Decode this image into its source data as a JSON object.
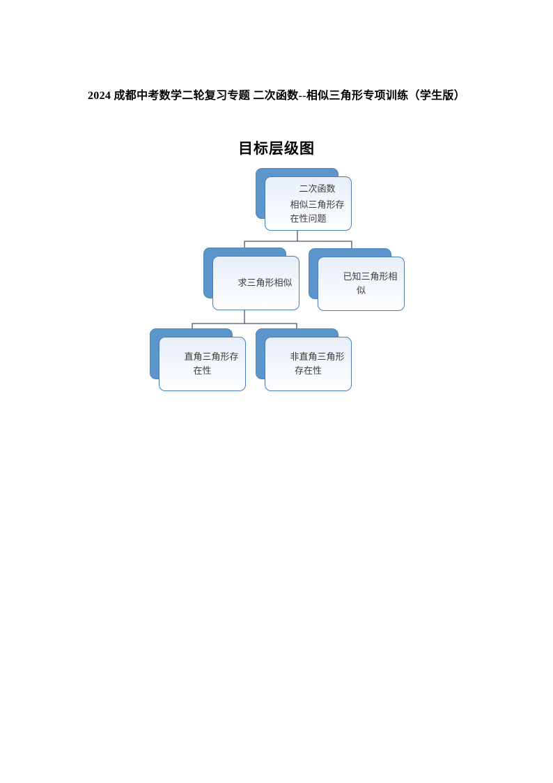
{
  "document": {
    "title": "2024 成都中考数学二轮复习专题 二次函数--相似三角形专项训练（学生版）",
    "section_heading": "目标层级图"
  },
  "diagram": {
    "type": "hierarchy",
    "colors": {
      "node_accent": "#5b95cb",
      "node_border": "#4a7db8",
      "node_fill_top": "#e7eef8",
      "node_fill_bottom": "#fdfeff",
      "connector": "#44546a",
      "text": "#3b3b3b"
    },
    "nodes": [
      {
        "id": "root",
        "level": 1,
        "lines": [
          "二次函数",
          "相似三角形存在性问题"
        ]
      },
      {
        "id": "find-similar",
        "level": 2,
        "parent": "root",
        "lines": [
          "求三角形相似",
          ""
        ]
      },
      {
        "id": "known-similar",
        "level": 2,
        "parent": "root",
        "lines": [
          "已知三角形相似",
          ""
        ]
      },
      {
        "id": "right-triangle-existence",
        "level": 3,
        "parent": "find-similar",
        "lines": [
          "直角三角形存在性",
          ""
        ]
      },
      {
        "id": "non-right-triangle-existence",
        "level": 3,
        "parent": "find-similar",
        "lines": [
          "非直角三角形存在性",
          ""
        ]
      }
    ],
    "edges": [
      {
        "from": "root",
        "to": "find-similar"
      },
      {
        "from": "root",
        "to": "known-similar"
      },
      {
        "from": "find-similar",
        "to": "right-triangle-existence"
      },
      {
        "from": "find-similar",
        "to": "non-right-triangle-existence"
      }
    ]
  }
}
